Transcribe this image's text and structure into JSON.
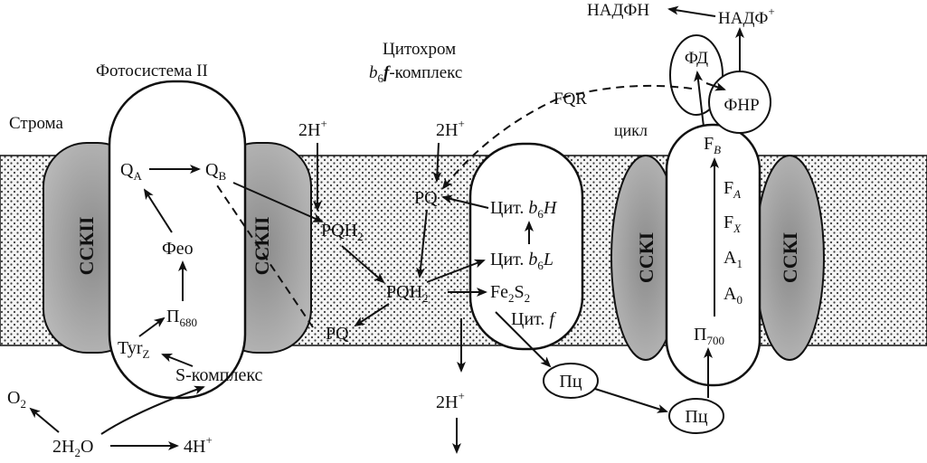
{
  "titles": {
    "ps2": "Фотосистема II",
    "cyt_line1": "Цитохром",
    "cyt_line2_main": "f",
    "cyt_line2_prefix": "b",
    "cyt_line2_sub": "6",
    "cyt_line2_suffix": "-комплекс",
    "stroma": "Строма",
    "cycle": "цикл",
    "fqr": "FQR"
  },
  "complexes": {
    "ssk2": "ССКII",
    "ssk1": "ССКI"
  },
  "ps2": {
    "qa_main": "Q",
    "qa_sub": "A",
    "qb_main": "Q",
    "qb_sub": "B",
    "feo": "Фео",
    "p680_main": "П",
    "p680_sub": "680",
    "tyr_main": "Tyr",
    "tyr_sub": "Z",
    "s_complex": "S-комплекс"
  },
  "water": {
    "o2_main": "O",
    "o2_sub": "2",
    "h2o_a": "2H",
    "h2o_sub": "2",
    "h2o_b": "O",
    "h_out": "4H",
    "h_sup": "+"
  },
  "pq_pool": {
    "h_top_a": "2H",
    "h_top_sup": "+",
    "pqh2_a_main": "PQH",
    "pqh2_a_sub": "2",
    "pq_a": "PQ",
    "pqh2_b_main": "PQH",
    "pqh2_b_sub": "2",
    "pq_b": "PQ",
    "h_cyt_top_a": "2H",
    "h_cyt_top_sup": "+",
    "h_bottom_a": "2H",
    "h_bottom_sup": "+"
  },
  "cytochrome": {
    "b6h_prefix": "Цит. ",
    "b6h_b": "b",
    "b6h_sub": "6",
    "b6h_h": "H",
    "b6l_prefix": "Цит. ",
    "b6l_b": "b",
    "b6l_sub": "6",
    "b6l_l": "L",
    "fes_a": "Fe",
    "fes_sub1": "2",
    "fes_b": "S",
    "fes_sub2": "2",
    "cytf_prefix": "Цит. ",
    "cytf_f": "f"
  },
  "plastocyanin": {
    "pc1": "Пц",
    "pc2": "Пц"
  },
  "ps1": {
    "fb_main": "F",
    "fb_sub": "B",
    "fa_main": "F",
    "fa_sub": "A",
    "fx_main": "F",
    "fx_sub": "X",
    "a1_main": "A",
    "a1_sub": "1",
    "a0_main": "A",
    "a0_sub": "0",
    "p700_main": "П",
    "p700_sub": "700"
  },
  "ferredoxin": {
    "fd": "ФД",
    "fnr": "ФНР",
    "nadp_a": "НАДФ",
    "nadp_sup": "+",
    "nadph": "НАДФН"
  }
}
